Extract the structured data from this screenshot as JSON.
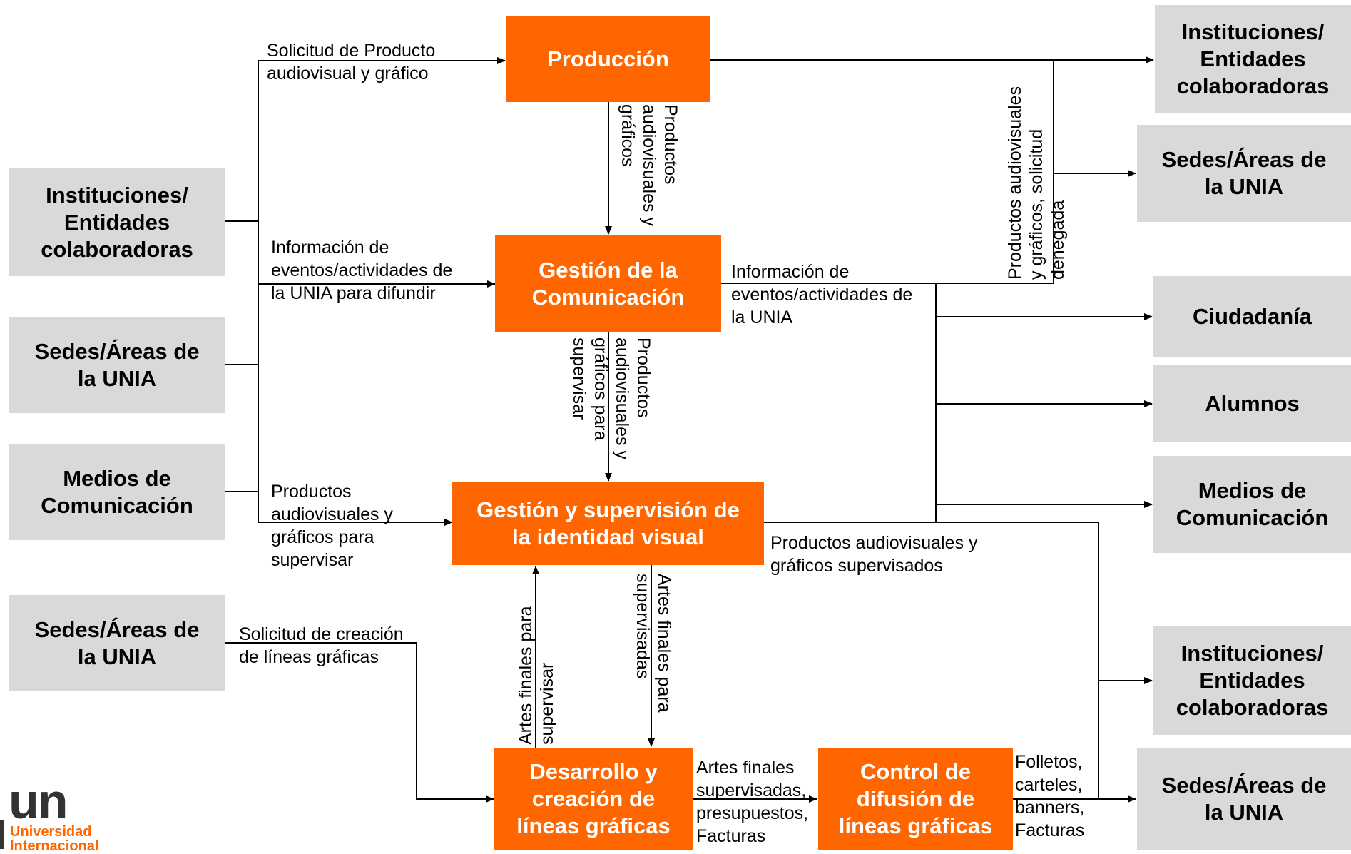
{
  "colors": {
    "process": "#ff6600",
    "entity": "#d9d9d9",
    "line": "#000000"
  },
  "left_entities": [
    {
      "id": "instituciones",
      "label": "Instituciones/\nEntidades\ncolaboradoras"
    },
    {
      "id": "sedes_1",
      "label": "Sedes/Áreas de\nla UNIA"
    },
    {
      "id": "medios",
      "label": "Medios de\nComunicación"
    },
    {
      "id": "sedes_2",
      "label": "Sedes/Áreas de\nla UNIA"
    }
  ],
  "processes": [
    {
      "id": "produccion",
      "label": "Producción"
    },
    {
      "id": "gestion_comunicacion",
      "label": "Gestión de la\nComunicación"
    },
    {
      "id": "identidad_visual",
      "label": "Gestión y supervisión de\nla identidad visual"
    },
    {
      "id": "desarrollo",
      "label": "Desarrollo y\ncreación de\nlíneas gráficas"
    },
    {
      "id": "control",
      "label": "Control de\ndifusión de\nlíneas gráficas"
    }
  ],
  "right_entities": [
    {
      "id": "r_instituciones_1",
      "label": "Instituciones/\nEntidades\ncolaboradoras"
    },
    {
      "id": "r_sedes_1",
      "label": "Sedes/Áreas de\nla UNIA"
    },
    {
      "id": "r_ciudadania",
      "label": "Ciudadanía"
    },
    {
      "id": "r_alumnos",
      "label": "Alumnos"
    },
    {
      "id": "r_medios",
      "label": "Medios de\nComunicación"
    },
    {
      "id": "r_instituciones_2",
      "label": "Instituciones/\nEntidades\ncolaboradoras"
    },
    {
      "id": "r_sedes_2",
      "label": "Sedes/Áreas de\nla UNIA"
    }
  ],
  "flow_labels": {
    "solicitud_producto": "Solicitud de Producto\naudiovisual y gráfico",
    "informacion_eventos_in": "Información de\neventos/actividades de\nla UNIA para difundir",
    "productos_supervisar_in": "Productos\naudiovisuales y\ngráficos para\nsupervisar",
    "solicitud_lineas": "Solicitud de creación\nde líneas gráficas",
    "informacion_eventos_out": "Información de\neventos/actividades de\nla UNIA",
    "productos_supervisados": "Productos audiovisuales y\ngráficos supervisados",
    "artes_supervisadas": "Artes finales\nsupervisadas,\npresupuestos,\nFacturas",
    "folletos": "Folletos,\ncarteles,\nbanners,\nFacturas",
    "v_productos_produccion": "Productos\naudiovisuales y\ngráficos",
    "v_productos_gestion": "Productos\naudiovisuales y\ngráficos para\nsupervisar",
    "v_productos_denegada": "Productos audiovisuales\ny gráficos, solicitud\ndenegada",
    "v_artes_supervisadas": "Artes finales  para\nsupervisadas",
    "v_artes_supervisar": "Artes finales  para\nsupervisar"
  },
  "logo": {
    "mark": "un",
    "line1": "Universidad",
    "line2": "Internacional"
  }
}
